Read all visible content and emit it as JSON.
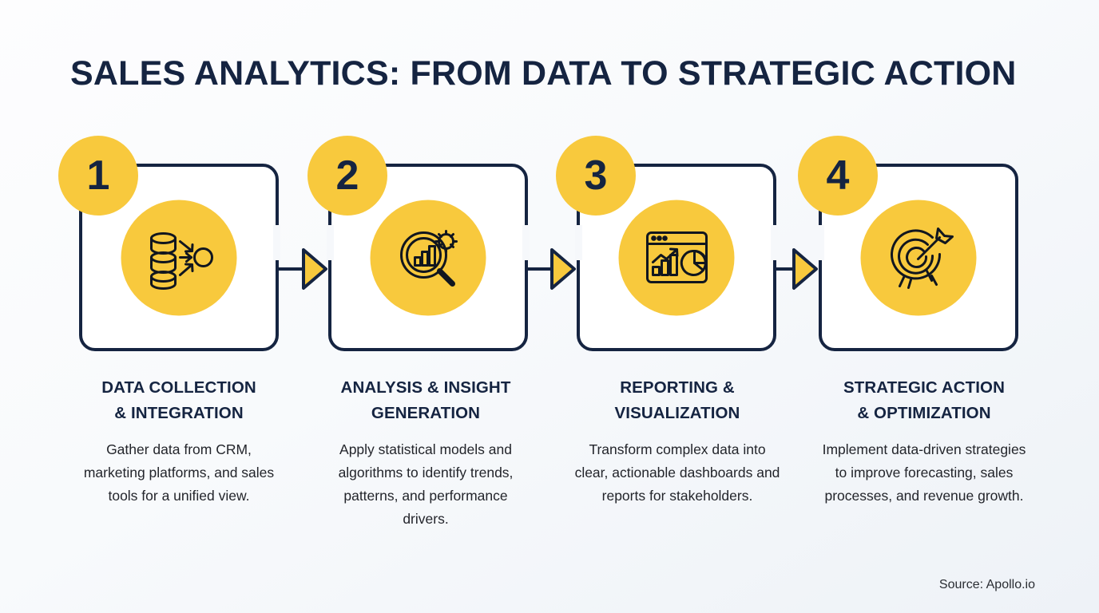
{
  "title": "SALES ANALYTICS: FROM DATA TO STRATEGIC ACTION",
  "source": "Source: Apollo.io",
  "colors": {
    "accent_yellow": "#F8C93D",
    "navy": "#152441",
    "card_background": "#FFFFFF",
    "page_background": "#F6F8FB",
    "body_text": "#23252B"
  },
  "steps": [
    {
      "number": "1",
      "icon": "database-integration-icon",
      "title_line1": "DATA COLLECTION",
      "title_line2": "& INTEGRATION",
      "description": "Gather data from CRM, marketing platforms, and sales tools for a unified view."
    },
    {
      "number": "2",
      "icon": "magnifier-bar-chart-gear-icon",
      "title_line1": "ANALYSIS & INSIGHT",
      "title_line2": "GENERATION",
      "description": "Apply statistical models and algorithms to identify trends, patterns, and performance drivers."
    },
    {
      "number": "3",
      "icon": "dashboard-charts-icon",
      "title_line1": "REPORTING &",
      "title_line2": "VISUALIZATION",
      "description": "Transform complex data into clear, actionable dashboards and reports for stakeholders."
    },
    {
      "number": "4",
      "icon": "target-arrow-icon",
      "title_line1": "STRATEGIC ACTION",
      "title_line2": "& OPTIMIZATION",
      "description": "Implement data-driven strategies to improve forecasting, sales processes, and revenue growth."
    }
  ],
  "connectors": [
    {
      "name": "arrow-step-1-to-2"
    },
    {
      "name": "arrow-step-2-to-3"
    },
    {
      "name": "arrow-step-3-to-4"
    }
  ]
}
